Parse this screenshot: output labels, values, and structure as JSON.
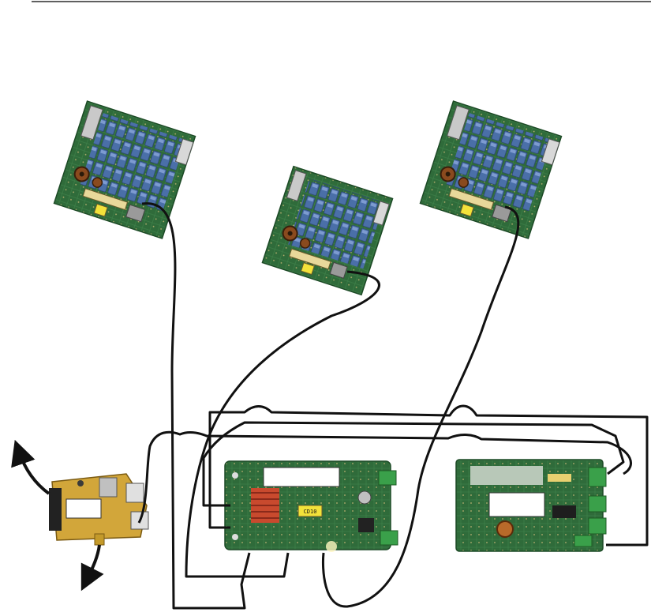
{
  "header": {
    "rule_color": "#000000"
  },
  "boards": {
    "relay_board_left": {
      "type": "relay-board"
    },
    "relay_board_middle": {
      "type": "relay-board"
    },
    "relay_board_right": {
      "type": "relay-board"
    },
    "gateway_board": {
      "type": "gateway-board"
    },
    "controller_board": {
      "type": "controller-board",
      "chip_label": "CD10"
    },
    "panel_board": {
      "type": "panel-board"
    }
  },
  "colors": {
    "pcb_green": "#2f6b3a",
    "pcb_dark": "#1d4a26",
    "relay_blue": "#4a6fa8",
    "gateway_yellow": "#d2a63a",
    "terminal_green": "#3aa04a",
    "cable": "#111111"
  }
}
